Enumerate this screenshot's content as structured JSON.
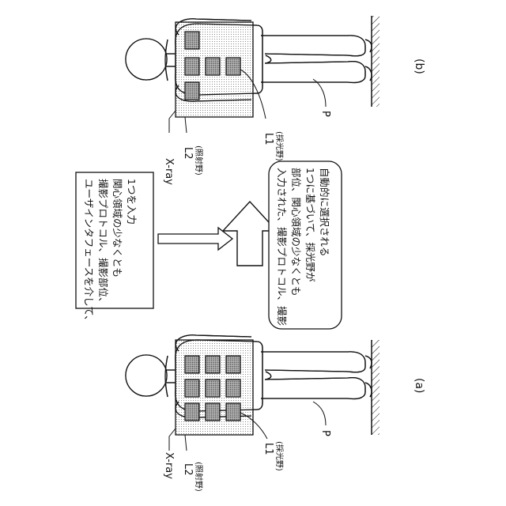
{
  "panel_a": {
    "caption": "(a)",
    "label_xray": "X-ray",
    "label_l2": "L2",
    "label_l2_sub": "(照射野)",
    "label_l1": "L1",
    "label_l1_sub": "(採光野)",
    "label_p": "P"
  },
  "panel_b": {
    "caption": "(b)",
    "label_xray": "X-ray",
    "label_l2": "L2",
    "label_l2_sub": "(照射野)",
    "label_l1": "L1",
    "label_l1_sub": "(採光野)",
    "label_p": "P"
  },
  "input_box": {
    "lines": [
      "ユーザインタフェースを介して、",
      "撮影プロトコル、撮影部位、",
      "関心領域の少なくとも",
      "1つを入力"
    ]
  },
  "result_box": {
    "lines": [
      "入力された、撮影プロトコル、撮影",
      "部位、関心領域の少なくとも",
      "1つに基づいて、採光野が",
      "自動的に選択される"
    ]
  }
}
